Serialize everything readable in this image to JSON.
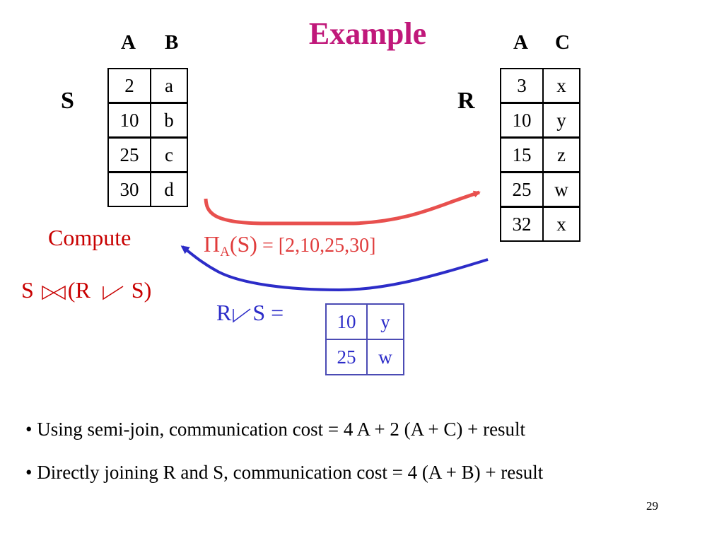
{
  "slide": {
    "title": "Example",
    "page_number": "29"
  },
  "relation_s": {
    "name": "S",
    "columns": [
      "A",
      "B"
    ],
    "rows": [
      [
        "2",
        "a"
      ],
      [
        "10",
        "b"
      ],
      [
        "25",
        "c"
      ],
      [
        "30",
        "d"
      ]
    ]
  },
  "relation_r": {
    "name": "R",
    "columns": [
      "A",
      "C"
    ],
    "rows": [
      [
        "3",
        "x"
      ],
      [
        "10",
        "y"
      ],
      [
        "15",
        "z"
      ],
      [
        "25",
        "w"
      ],
      [
        "32",
        "x"
      ]
    ]
  },
  "compute": {
    "label": "Compute",
    "expr_s": "S",
    "expr_open": "(R",
    "expr_close": "S)"
  },
  "projection": {
    "pi": "Π",
    "subscript": "A",
    "arg": "(S)",
    "value": " = [2,10,25,30]"
  },
  "semijoin": {
    "left": "R",
    "right": "S =",
    "rows": [
      [
        "10",
        "y"
      ],
      [
        "25",
        "w"
      ]
    ]
  },
  "bullets": [
    "• Using semi-join, communication cost = 4 A + 2 (A + C)  + result",
    "• Directly joining R and S, communication cost = 4 (A + B) + result"
  ],
  "colors": {
    "title": "#c0187a",
    "red_arrow": "#e8504e",
    "blue_arrow": "#2c2cc8",
    "compute_text": "#c80000"
  }
}
